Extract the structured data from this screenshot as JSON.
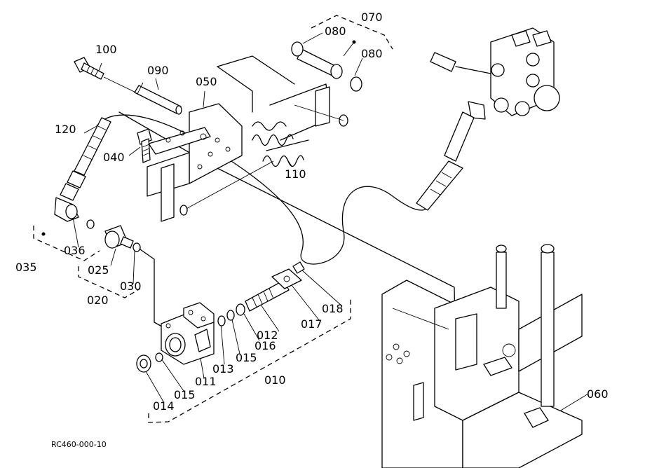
{
  "diagram": {
    "drawing_code": "RC460-000-10",
    "part_labels": {
      "p100": "100",
      "p090": "090",
      "p050": "050",
      "p080a": "080",
      "p080b": "080",
      "p070": "070",
      "p120": "120",
      "p040": "040",
      "p110": "110",
      "p036": "036",
      "p035": "035",
      "p025": "025",
      "p030": "030",
      "p020": "020",
      "p018": "018",
      "p017": "017",
      "p012": "012",
      "p016": "016",
      "p015a": "015",
      "p013": "013",
      "p011": "011",
      "p010": "010",
      "p015b": "015",
      "p014": "014",
      "p060": "060"
    }
  }
}
